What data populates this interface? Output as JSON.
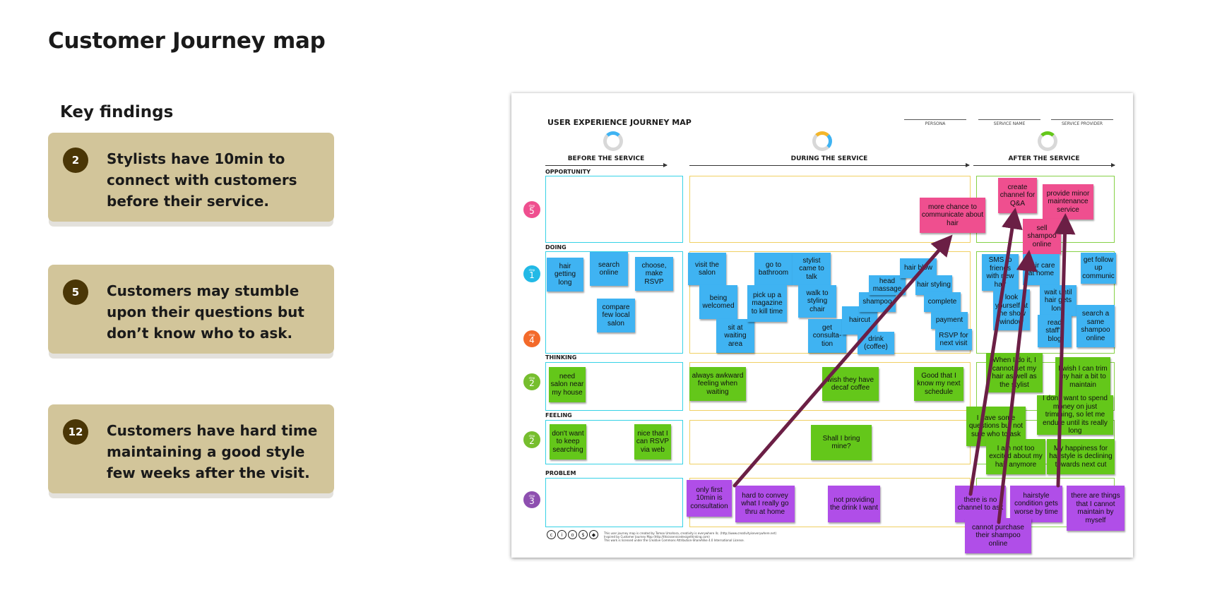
{
  "page": {
    "title": "Customer Journey map"
  },
  "findings": {
    "heading": "Key findings",
    "items": [
      {
        "count": "2",
        "text": "Stylists have 10min to connect with customers before their service."
      },
      {
        "count": "5",
        "text": "Customers may stumble upon their questions but don’t know who to ask."
      },
      {
        "count": "12",
        "text": "Customers have hard time maintaining a good style few weeks after the visit."
      }
    ]
  },
  "journey_map": {
    "title": "USER EXPERIENCE JOURNEY MAP",
    "header_fields": [
      "PERSONA",
      "SERVICE NAME",
      "SERVICE PROVIDER"
    ],
    "phases": [
      "BEFORE THE SERVICE",
      "DURING THE SERVICE",
      "AFTER THE SERVICE"
    ],
    "rows": [
      "OPPORTUNITY",
      "DOING",
      "THINKING",
      "FEELING",
      "PROBLEM"
    ],
    "stages": [
      "5",
      "1",
      "4",
      "2",
      "2",
      "3"
    ],
    "stage_word": "step",
    "notes": {
      "pink": [
        "more chance to communicate about hair",
        "create channel for Q&A",
        "provide minor maintenance service",
        "sell shampoo online"
      ],
      "doing_before": [
        "hair getting long",
        "search online",
        "choose, make RSVP",
        "compare few local salon"
      ],
      "doing_during": [
        "visit the salon",
        "being welcomed",
        "sit at waiting area",
        "go to bathroom",
        "pick up a magazine to kill time",
        "stylist came to talk",
        "walk to styling chair",
        "get consulta-tion",
        "haircut",
        "drink (coffee)",
        "shampoo",
        "head massage",
        "hair blow",
        "hair styling",
        "complete",
        "payment",
        "RSVP for next visit"
      ],
      "doing_after": [
        "SMS to friends with new hair",
        "look yourself at the show window",
        "hair care at home",
        "wait until hair gets long",
        "get follow up communic",
        "read staff's blog",
        "search a same shampoo online"
      ],
      "thinking": [
        "need salon near my house",
        "always awkward feeling when waiting",
        "wish they have decaf coffee",
        "Good that I know my next schedule",
        "When I do it, I cannot set my hair as well as the stylist",
        "I wish I can trim my hair a bit to maintain",
        "I don't want to spend money on just trimming, so let me endure until its really long"
      ],
      "feeling": [
        "don't want to keep searching",
        "nice that I can RSVP via web",
        "Shall I bring mine?",
        "I have some questions but not sure who to ask",
        "I am not too excited about my hair anymore",
        "My happiness for hairstyle is declining towards next cut"
      ],
      "problem": [
        "only first 10min is consultation",
        "hard to convey what I really go thru at home",
        "not providing the drink I want",
        "there is no channel to ask",
        "hairstyle condition gets worse by time",
        "there are things that I cannot maintain by myself",
        "cannot purchase their shampoo online"
      ]
    },
    "license": [
      "This user journey map is created by Tomoo Umahara, creativity is everywhere llc. (http://www.creativityiseverywhere.net)",
      "Inspired by Customer Journey Map (http://thisisservicedesignthinking.com)",
      "This work is licensed under the Creative Commons Attribution-ShareAlike 4.0 International License."
    ],
    "cc_icons": [
      "cc-icon",
      "by-icon",
      "sa-icon",
      "nc-icon",
      "logo-icon"
    ],
    "colors": {
      "arrow": "#6b1f45",
      "card": "#d2c59a",
      "badge": "#4a3606",
      "before": "#36d2e6",
      "during": "#f0d062",
      "after": "#86d146"
    }
  }
}
